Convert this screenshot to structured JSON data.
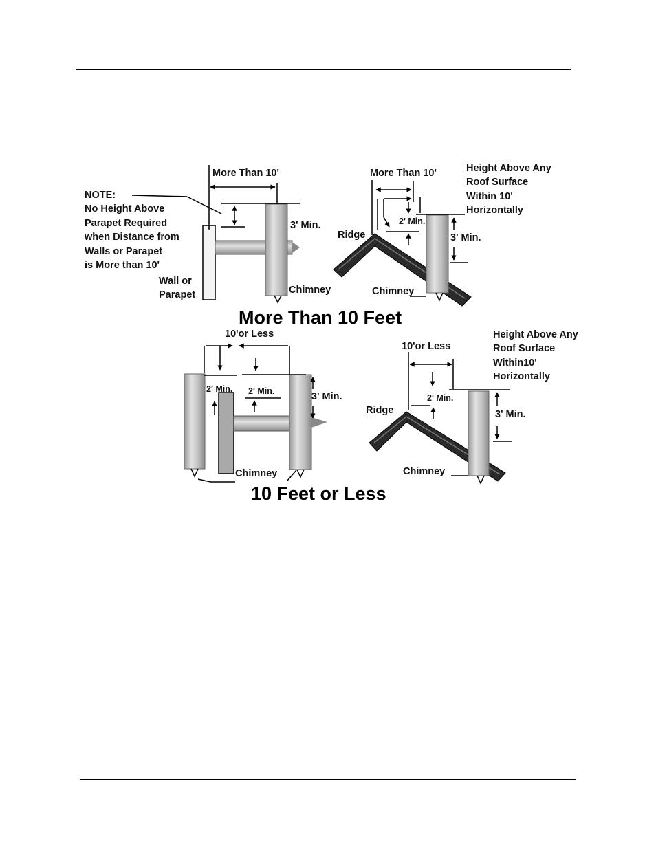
{
  "figure": {
    "more_than": {
      "title": "More Than 10 Feet",
      "wall_dim": "More Than 10'",
      "note_head": "NOTE:",
      "note_lines": [
        "No Height Above",
        "Parapet Required",
        "when Distance from",
        "Walls or Parapet",
        "is More than 10'"
      ],
      "wall_lines": [
        "Wall or",
        "Parapet"
      ],
      "three_min": "3' Min.",
      "chimney": "Chimney",
      "ridge_dim": "More Than 10'",
      "height_lines": [
        "Height Above Any",
        "Roof Surface",
        "Within 10'",
        "Horizontally"
      ],
      "two_min": "2' Min.",
      "ridge": "Ridge"
    },
    "ten_or_less": {
      "title": "10 Feet or Less",
      "wall_dim": "10'or Less",
      "two_min": "2' Min.",
      "three_min": "3' Min.",
      "chimney": "Chimney",
      "ridge_dim": "10'or Less",
      "height_lines": [
        "Height Above Any",
        "Roof Surface",
        "Within10'",
        "Horizontally"
      ],
      "ridge": "Ridge"
    }
  }
}
